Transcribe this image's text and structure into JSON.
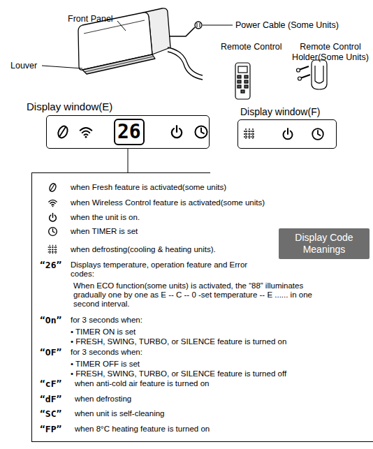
{
  "diagram": {
    "nodes": [
      {
        "text": [
          "Display window(E)",
          "26"
        ]
      },
      {
        "text": [
          "Display window(F)"
        ]
      },
      {
        "text": [
          "when Fresh feature is activated(some units)",
          "when Wireless Control feature is activated(some units)",
          "when the unit is on.",
          "when TIMER is set",
          "when defrosting(cooling & heating units).",
          "“26”",
          "Displays temperature, operation feature and Error codes:",
          "When ECO function(some units) is activated, the “88” illuminates gradually one by one as E -- C -- 0 -set temperature -- E ...... in one second interval.",
          "“On”",
          "for 3 seconds when:",
          "• TIMER ON is set",
          "• FRESH, SWING, TURBO, or SILENCE feature is turned on",
          "“OF”",
          "for 3 seconds when:",
          "• TIMER OFF is set",
          "• FRESH, SWING, TURBO, or SILENCE feature is turned off",
          "“cF”",
          "when anti-cold air feature is turned on",
          "“dF”",
          "when defrosting",
          "“SC”",
          "when unit is self-cleaning",
          "“FP”",
          "when 8°C heating feature is turned on"
        ]
      },
      {
        "text": [
          "Display Code Meanings"
        ],
        "in": 2
      }
    ],
    "edges": [
      {
        "from": 0,
        "to": 2,
        "arrow": "none"
      }
    ],
    "labels": [
      "Front Panel",
      "Power Cable (Some Units)",
      "Louver",
      "Remote Control",
      "Remote Control Holder(Some Units)"
    ]
  }
}
